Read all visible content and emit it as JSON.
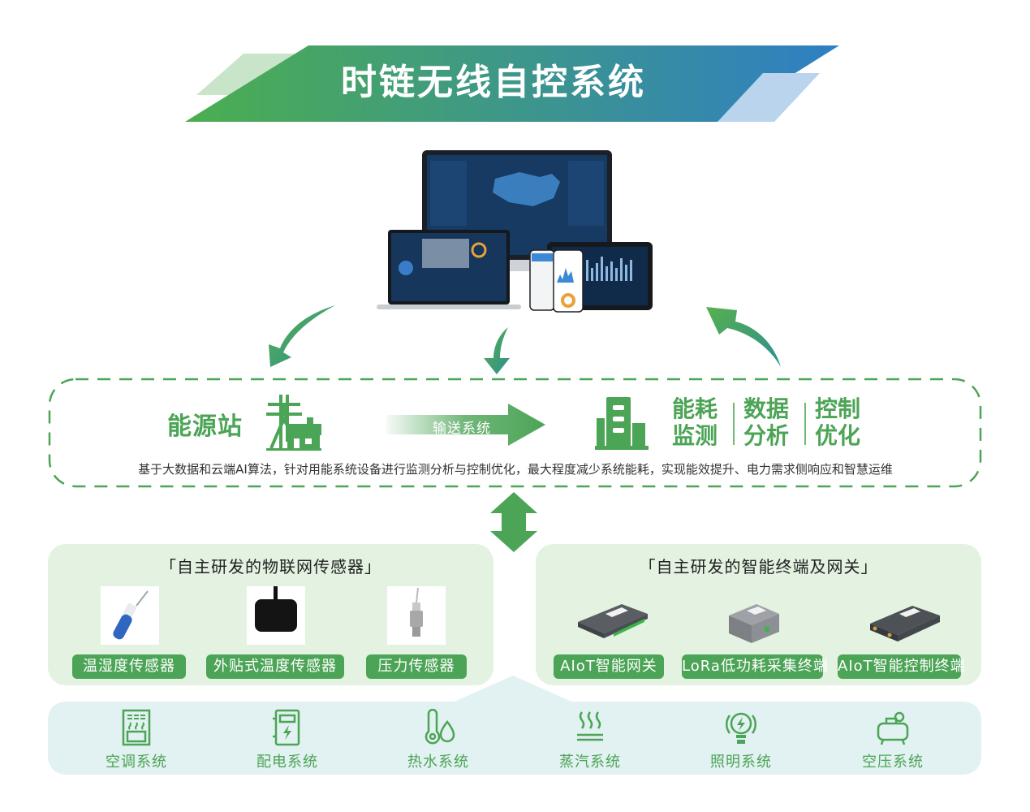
{
  "banner": {
    "title": "时链无线自控系统",
    "gradient_start": "#4cae4f",
    "gradient_end": "#2f7fc4"
  },
  "devices": {
    "description": "dashboard shown on desktop monitor, laptop, phones and tablet"
  },
  "flow": {
    "energy_station_label": "能源站",
    "transport_label": "输送系统",
    "features": [
      {
        "line1": "能耗",
        "line2": "监测"
      },
      {
        "line1": "数据",
        "line2": "分析"
      },
      {
        "line1": "控制",
        "line2": "优化"
      }
    ],
    "description": "基于大数据和云端AI算法，针对用能系统设备进行监测分析与控制优化，最大程度减少系统能耗，实现能效提升、电力需求侧响应和智慧运维"
  },
  "colors": {
    "primary_green": "#4ca456",
    "panel_bg": "#e3f2e1",
    "systems_bg": "#e2f1f1"
  },
  "sensors_panel": {
    "title": "「自主研发的物联网传感器」",
    "items": [
      {
        "label": "温湿度传感器",
        "icon": "humidity-sensor-image"
      },
      {
        "label": "外贴式温度传感器",
        "icon": "surface-temperature-sensor-image"
      },
      {
        "label": "压力传感器",
        "icon": "pressure-sensor-image"
      }
    ]
  },
  "terminals_panel": {
    "title": "「自主研发的智能终端及网关」",
    "items": [
      {
        "label": "AIoT智能网关",
        "icon": "gateway-image"
      },
      {
        "label": "LoRa低功耗采集终端",
        "icon": "lora-terminal-image"
      },
      {
        "label": "AIoT智能控制终端",
        "icon": "control-terminal-image"
      }
    ]
  },
  "systems": [
    {
      "label": "空调系统",
      "icon": "air-conditioner-icon"
    },
    {
      "label": "配电系统",
      "icon": "power-distribution-icon"
    },
    {
      "label": "热水系统",
      "icon": "hot-water-icon"
    },
    {
      "label": "蒸汽系统",
      "icon": "steam-icon"
    },
    {
      "label": "照明系统",
      "icon": "lighting-icon"
    },
    {
      "label": "空压系统",
      "icon": "air-compressor-icon"
    }
  ]
}
